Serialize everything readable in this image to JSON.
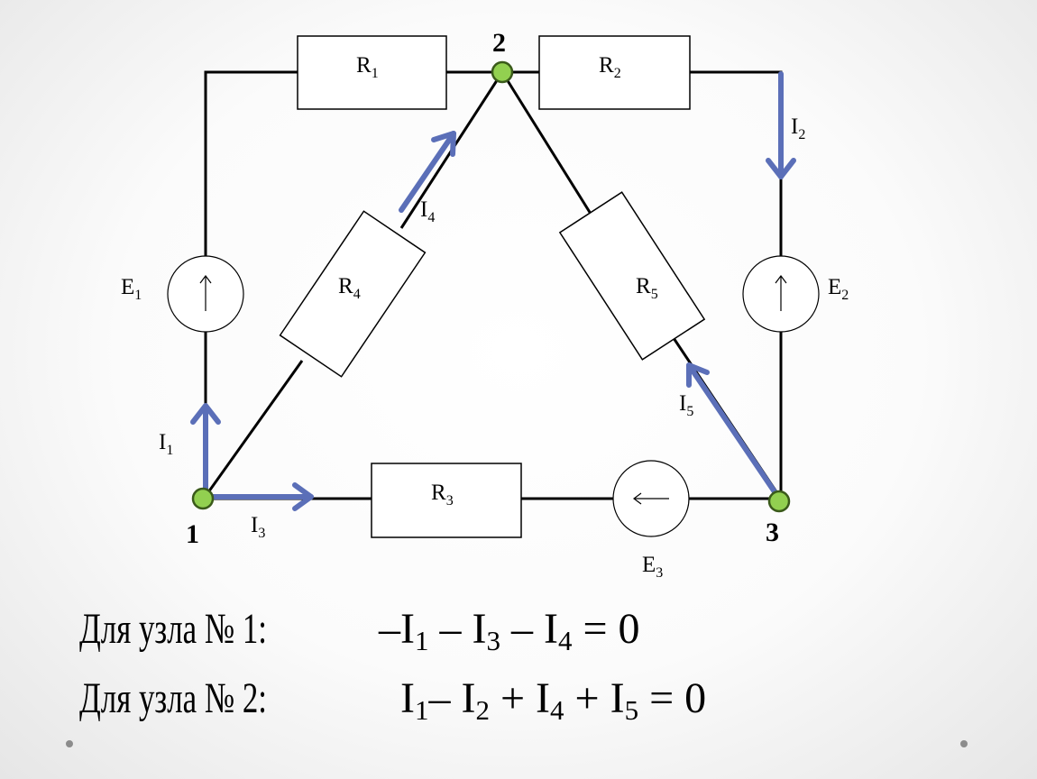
{
  "resistors": {
    "r1": "R",
    "r2": "R",
    "r3": "R",
    "r4": "R",
    "r5": "R"
  },
  "resistor_subs": {
    "r1": "1",
    "r2": "2",
    "r3": "3",
    "r4": "4",
    "r5": "5"
  },
  "sources": {
    "e1": "E",
    "e2": "E",
    "e3": "E"
  },
  "source_subs": {
    "e1": "1",
    "e2": "2",
    "e3": "3"
  },
  "currents": {
    "i1": "I",
    "i2": "I",
    "i3": "I",
    "i4": "I",
    "i5": "I"
  },
  "current_subs": {
    "i1": "1",
    "i2": "2",
    "i3": "3",
    "i4": "4",
    "i5": "5"
  },
  "nodes": {
    "n1": "1",
    "n2": "2",
    "n3": "3"
  },
  "equations": {
    "eq1": {
      "prefix": "Для узла № 1:",
      "t0": "–I",
      "s1": "1",
      "t1": " – I",
      "s2": "3",
      "t2": " – I",
      "s3": "4",
      "t3": " = 0"
    },
    "eq2": {
      "prefix": "Для узла № 2:",
      "t0": "I",
      "s1": "1",
      "t1": "– I",
      "s2": "2",
      "t2": " + I",
      "s3": "4",
      "t3": " + I",
      "s4": "5",
      "t4": " = 0"
    }
  },
  "colors": {
    "current_arrow": "#5b6fb8",
    "node_fill": "#92d050"
  }
}
